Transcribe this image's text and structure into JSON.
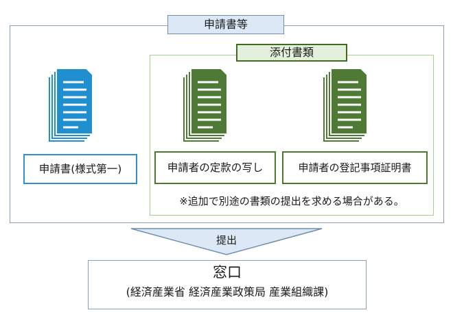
{
  "application": {
    "title": "申請書等",
    "main_document": "申請書(様式第一)"
  },
  "attachments": {
    "title": "添付書類",
    "items": [
      "申請者の定款の写し",
      "申請者の登記事項証明書"
    ],
    "note": "※追加で別途の書類の提出を求める場合がある。"
  },
  "submit": {
    "label": "提出"
  },
  "counter": {
    "title": "窓口",
    "subtitle": "(経済産業省 経済産業政策局 産業組織課)"
  },
  "colors": {
    "frame_border": "#8aa0b6",
    "title_fill": "#dce8f5",
    "main_doc": "#1f8fd0",
    "attachment_doc": "#4e7a35",
    "attachment_border": "#a8cf8e",
    "attachment_title_fill": "#e4f0dc",
    "arrow_fill": "#dce8f5"
  },
  "icons": [
    "document-stack-icon"
  ]
}
